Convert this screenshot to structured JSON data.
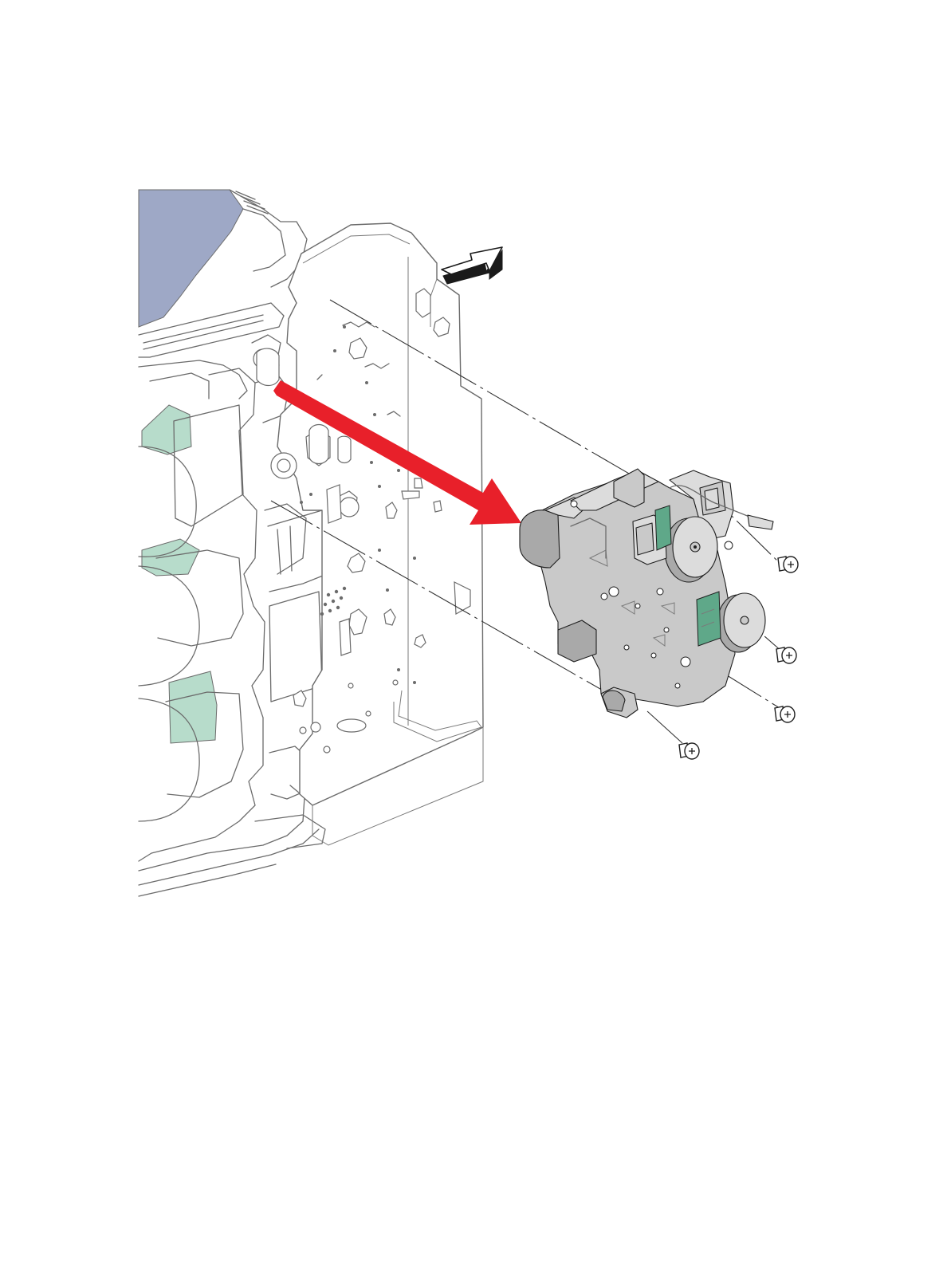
{
  "figure": {
    "kind": "exploded assembly view",
    "printed_text": []
  },
  "colors": {
    "background": "#ffffff",
    "line_art": "#6b6b6b",
    "removal_arrow": "#e8202a",
    "assembly_fill": "#c9c9c9",
    "circuit_board": "#5fa889",
    "upper_panel": "#9ea8c6",
    "chassis_accent": "#b7dccb"
  },
  "components": {
    "removal_direction_arrow": "red-arrow",
    "orientation_indicator": "outline-arrow",
    "screw_count": 4
  }
}
